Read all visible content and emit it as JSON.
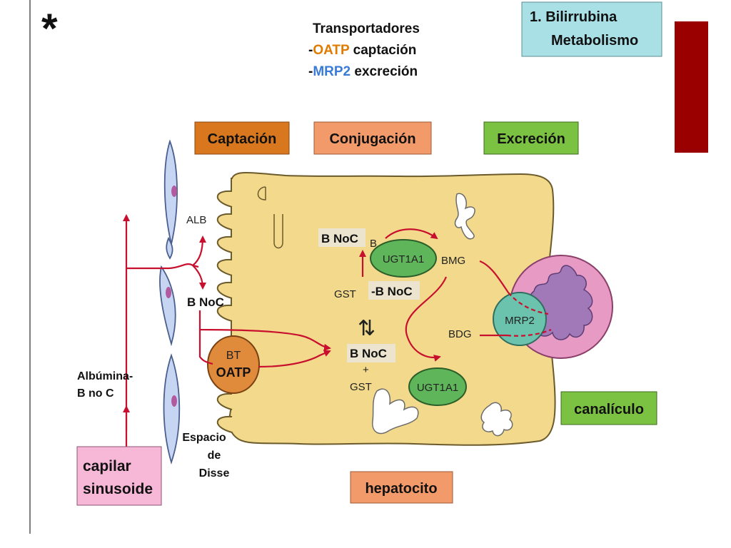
{
  "slide": {
    "asterisk": "*",
    "title_line1": "1. Bilirrubina",
    "title_line2": "Metabolismo"
  },
  "legend": {
    "heading": "Transportadores",
    "oatp_prefix": "-",
    "oatp_name": "OATP",
    "oatp_text": " captación",
    "mrp2_prefix": "-",
    "mrp2_name": "MRP2",
    "mrp2_text": " excreción"
  },
  "stages": {
    "captacion": "Captación",
    "conjugacion": "Conjugación",
    "excrecion": "Excreción"
  },
  "regions": {
    "canaliculo": "canalículo",
    "hepatocito": "hepatocito",
    "capilar_line1": "capilar",
    "capilar_line2": "sinusoide",
    "espacio_line1": "Espacio",
    "espacio_line2": "de",
    "espacio_line3": "Disse"
  },
  "labels": {
    "alb": "ALB",
    "bnoc_left": "B NoC",
    "albumina_line1": "Albúmina-",
    "albumina_line2": "B no C",
    "bt": "BT",
    "oatp": "OATP",
    "bnoc_top": "B NoC",
    "b": "B",
    "ugt1a1_top": "UGT1A1",
    "bmg": "BMG",
    "gst_mid": "GST",
    "bnoc_mid": "-B NoC",
    "equilibrium": "⇅",
    "bnoc_center": "B NoC",
    "plus": "+",
    "gst_center": "GST",
    "bdg": "BDG",
    "mrp2": "MRP2",
    "ugt1a1_bottom": "UGT1A1"
  },
  "colors": {
    "accent_red": "#c1121f",
    "arrow": "#c8102e",
    "sidebar_bar": "#9b0000",
    "title_box": "#a8e0e6",
    "captacion_box": "#d9771e",
    "conjugacion_box": "#f39a6b",
    "excrecion_box": "#7cc242",
    "canaliculo_box": "#7cc242",
    "hepatocito_box": "#f39a6b",
    "capilar_box": "#f7b8d7",
    "hepatocyte_fill": "#f2d98c",
    "oatp_color": "#e07b00",
    "mrp2_color": "#3a7bd5",
    "ugt_fill": "#5fb55a",
    "mrp2_fill": "#6cc3ad",
    "canal_outer": "#e79ac4",
    "canal_inner": "#a178b8",
    "endo_fill": "#c6d6f2",
    "bt_fill": "#e08a3c"
  }
}
